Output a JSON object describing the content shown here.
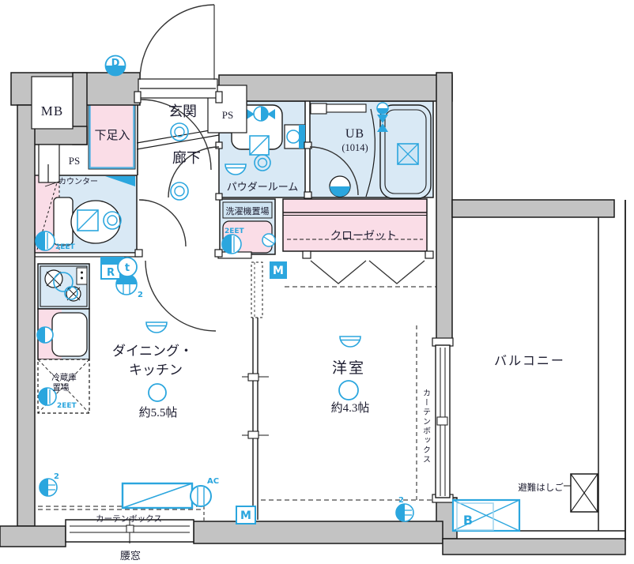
{
  "floorplan": {
    "rooms": {
      "mb": "MB",
      "shoe_cabinet": "下足入",
      "entrance": "玄関",
      "pipe_space": "PS",
      "hallway": "廊下",
      "powder_room": "パウダールーム",
      "unit_bath": "UB",
      "unit_bath_size": "(1014)",
      "washer_space": "洗濯機置場",
      "closet": "クローゼット",
      "counter": "カウンター",
      "dining_line1": "ダイニング・",
      "dining_line2": "キッチン",
      "dining_size": "約5.5帖",
      "western_room": "洋室",
      "western_room_size": "約4.3帖",
      "balcony": "バルコニー",
      "fridge_line1": "冷蔵庫",
      "fridge_line2": "置場",
      "curtain_box": "カーテンボックス",
      "waist_window": "腰窓",
      "escape_ladder": "避難はしご"
    },
    "marks": {
      "ac": "AC",
      "outlet_2eet": "2EET",
      "outlet_sup2": "2",
      "badge_d": "D",
      "badge_r": "R",
      "badge_t": "t",
      "badge_m": "M",
      "badge_b": "B"
    },
    "colors": {
      "wall_gray": "#c3c3c3",
      "room_blue": "#d9e9f5",
      "room_pink": "#fadde7",
      "accent_blue": "#2ba6de",
      "line_dark": "#1a1a1a"
    }
  }
}
